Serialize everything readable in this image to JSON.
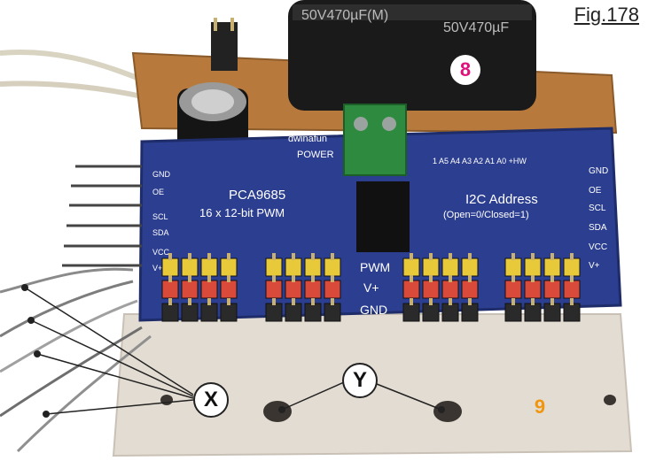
{
  "figure_label": "Fig.178",
  "callouts": {
    "capacitor_number": "8",
    "plate_number": "9",
    "wires_letter": "X",
    "holes_letter": "Y"
  },
  "board_text": {
    "brand": "dwinafun",
    "power": "POWER",
    "chip": "PCA9685",
    "subtitle": "16 x 12-bit PWM",
    "address_title": "I2C Address",
    "address_note": "(Open=0/Closed=1)",
    "pwm": "PWM",
    "vplus": "V+",
    "gnd": "GND",
    "right_pins": [
      "GND",
      "OE",
      "SCL",
      "SDA",
      "VCC",
      "V+"
    ],
    "left_pins": [
      "GND",
      "OE",
      "SCL",
      "SDA",
      "VCC",
      "V+"
    ],
    "addr_labels": "1 A5 A4 A3 A2 A1 A0 +HW",
    "cap_text_1": "50V470µF(M)",
    "cap_text_2": "50V470µF"
  },
  "colors": {
    "board": "#2c3e8f",
    "perfboard": "#b87a3c",
    "plate": "#e3dcd2",
    "capacitor": "#1a1a1a",
    "number_8": "#e0107a",
    "number_9": "#f0960e"
  }
}
